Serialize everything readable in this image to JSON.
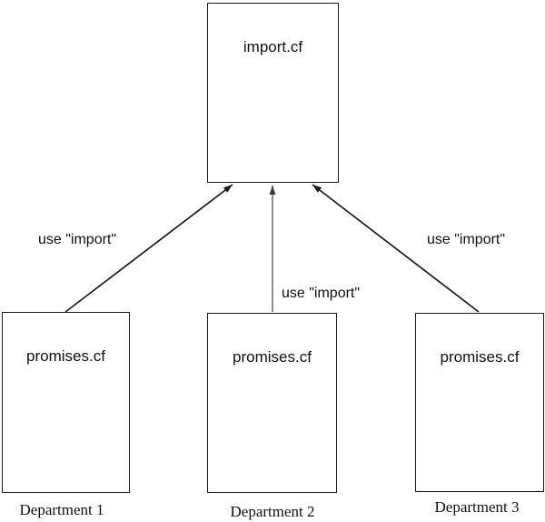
{
  "diagram": {
    "top_box": {
      "label": "import.cf"
    },
    "departments": [
      {
        "file": "promises.cf",
        "name": "Department 1"
      },
      {
        "file": "promises.cf",
        "name": "Department 2"
      },
      {
        "file": "promises.cf",
        "name": "Department 3"
      }
    ],
    "edges": [
      {
        "label": "use \"import\""
      },
      {
        "label": "use \"import\""
      },
      {
        "label": "use \"import\""
      }
    ],
    "colors": {
      "line": "#1a1a1a",
      "middle_line": "#8e8e8e",
      "arrowhead": "#1a1a1a",
      "middle_arrowhead": "#3d3d3d",
      "border": "#1a1a1a",
      "background": "#ffffff"
    }
  }
}
